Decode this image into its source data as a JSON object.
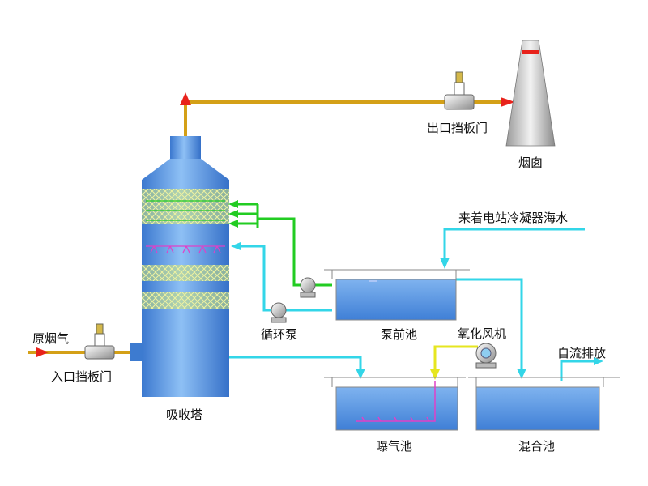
{
  "labels": {
    "raw_gas": "原烟气",
    "inlet_damper": "入口挡板门",
    "absorber": "吸收塔",
    "outlet_damper": "出口挡板门",
    "chimney": "烟囱",
    "seawater_source": "来着电站冷凝器海水",
    "circulation_pump": "循环泵",
    "pre_pump_tank": "泵前池",
    "oxidation_fan": "氧化风机",
    "self_discharge": "自流排放",
    "aeration_tank": "曝气池",
    "mixing_tank": "混合池"
  },
  "colors": {
    "flue_gas_pipe": "#d4a017",
    "seawater_pipe": "#33d6e8",
    "slurry_pipe": "#22cc22",
    "air_pipe": "#e6e620",
    "tank_blue": "#4f8fd8",
    "arrow_red": "#e8221b",
    "aeration_pipe": "#e040c8"
  },
  "icons": [
    "damper-valve-icon",
    "pump-icon",
    "fan-icon",
    "chimney-icon"
  ]
}
